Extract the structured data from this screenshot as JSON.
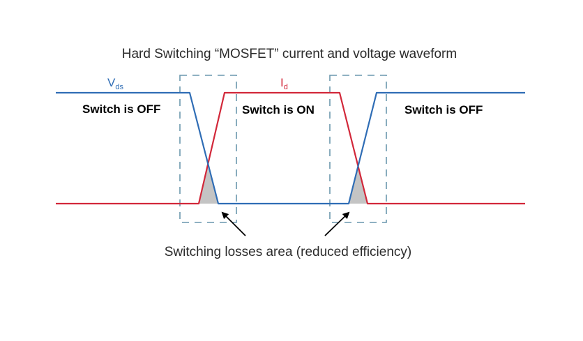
{
  "diagram": {
    "title": "Hard Switching “MOSFET” current and voltage waveform",
    "signals": {
      "vds": {
        "label_main": "V",
        "label_sub": "ds",
        "color": "#2f6db5"
      },
      "id": {
        "label_main": "I",
        "label_sub": "d",
        "color": "#d2283a"
      }
    },
    "states": {
      "left": "Switch is OFF",
      "middle": "Switch is ON",
      "right": "Switch is OFF"
    },
    "caption": "Switching losses area (reduced efficiency)",
    "colors": {
      "box_dash": "#6a97ad",
      "loss_fill": "#c4c4c4",
      "text": "#2b2b2b",
      "arrow": "#000000"
    }
  }
}
